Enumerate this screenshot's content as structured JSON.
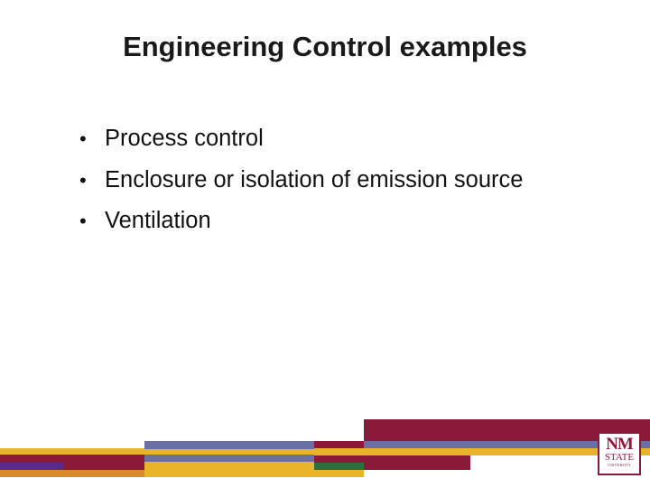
{
  "slide": {
    "title": "Engineering Control examples",
    "bullets": [
      "Process control",
      "Enclosure or isolation of emission source",
      "Ventilation"
    ],
    "bullet_symbol": "•"
  },
  "logo": {
    "line1": "NM",
    "line2": "STATE",
    "line3": "UNIVERSITY"
  },
  "colors": {
    "crimson": "#8b1a3a",
    "gold": "#e8b52a",
    "slate_blue": "#6a70a4",
    "green": "#2f6f3f",
    "purple": "#5a2a8a",
    "orange": "#d98a2b"
  }
}
